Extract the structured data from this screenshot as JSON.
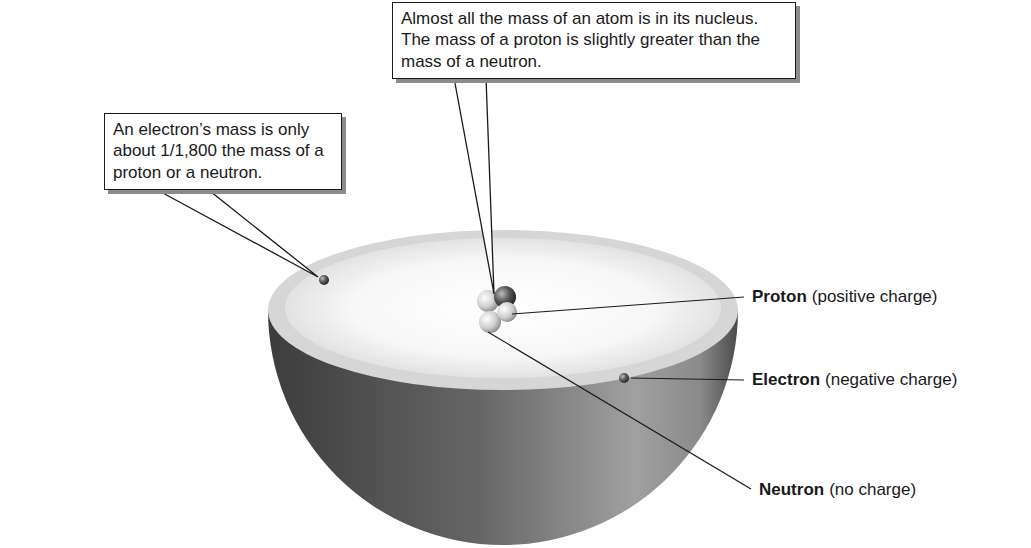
{
  "diagram": {
    "nodes": [
      {
        "text": [
          "An electron’s mass is only about 1/1,800 the mass of a proton or a neutron."
        ]
      },
      {
        "text": [
          "Almost all the mass of an atom is in its nucleus. The mass of a proton is slightly greater than the mass of a neutron."
        ]
      }
    ],
    "labels": [
      "Proton",
      "(positive charge)",
      "Electron",
      "(negative charge)",
      "Neutron",
      "(no charge)"
    ]
  }
}
